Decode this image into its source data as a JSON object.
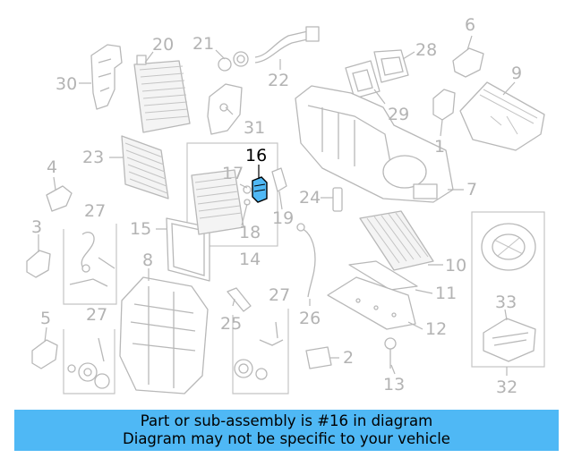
{
  "diagram": {
    "callouts": [
      "1",
      "2",
      "3",
      "4",
      "5",
      "6",
      "7",
      "8",
      "9",
      "10",
      "11",
      "12",
      "13",
      "14",
      "15",
      "16",
      "17",
      "18",
      "19",
      "20",
      "21",
      "22",
      "23",
      "24",
      "25",
      "26",
      "27",
      "28",
      "29",
      "30",
      "31",
      "32",
      "33"
    ],
    "highlighted_callout": "16",
    "highlight_color": "#4fb8f5",
    "line_color": "#b8b8b8"
  },
  "banner": {
    "line1": "Part or sub-assembly is #16 in diagram",
    "line2": "Diagram may not be specific to your vehicle",
    "background": "#4fb8f5"
  }
}
